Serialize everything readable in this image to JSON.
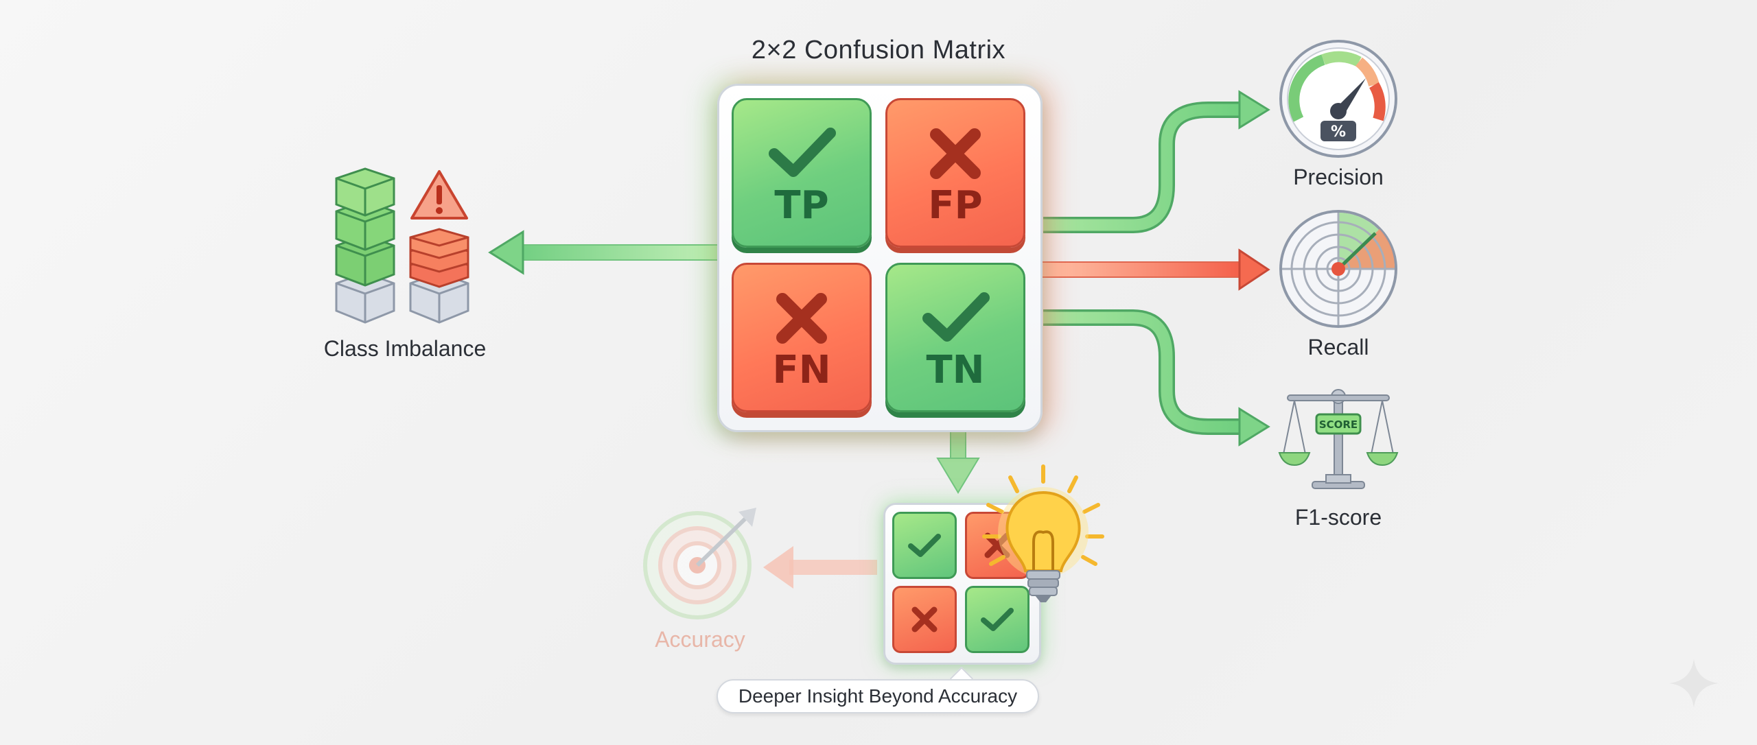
{
  "title": "2×2 Confusion Matrix",
  "matrix": {
    "cells": [
      {
        "label": "TP",
        "kind": "correct",
        "color": "#6fcf7f"
      },
      {
        "label": "FP",
        "kind": "error",
        "color": "#ff7858"
      },
      {
        "label": "FN",
        "kind": "error",
        "color": "#ff7858"
      },
      {
        "label": "TN",
        "kind": "correct",
        "color": "#6fcf7f"
      }
    ]
  },
  "outputs": [
    {
      "label": "Precision",
      "icon": "gauge-icon",
      "badge": "%"
    },
    {
      "label": "Recall",
      "icon": "radar-target-icon"
    },
    {
      "label": "F1-score",
      "icon": "balance-scale-icon",
      "badge": "SCORE"
    }
  ],
  "left_output": {
    "label": "Class Imbalance",
    "icon": "stacked-blocks-warning-icon"
  },
  "bottom": {
    "mini_matrix_icon": "mini-confusion-matrix-icon",
    "bulb_icon": "lightbulb-icon",
    "faded_label": "Accuracy",
    "faded_icon": "target-dart-icon",
    "caption": "Deeper Insight Beyond Accuracy"
  },
  "colors": {
    "green": "#6fcf7f",
    "red": "#ff7858",
    "text": "#2b2f36",
    "faded": "#e8b6a8"
  }
}
